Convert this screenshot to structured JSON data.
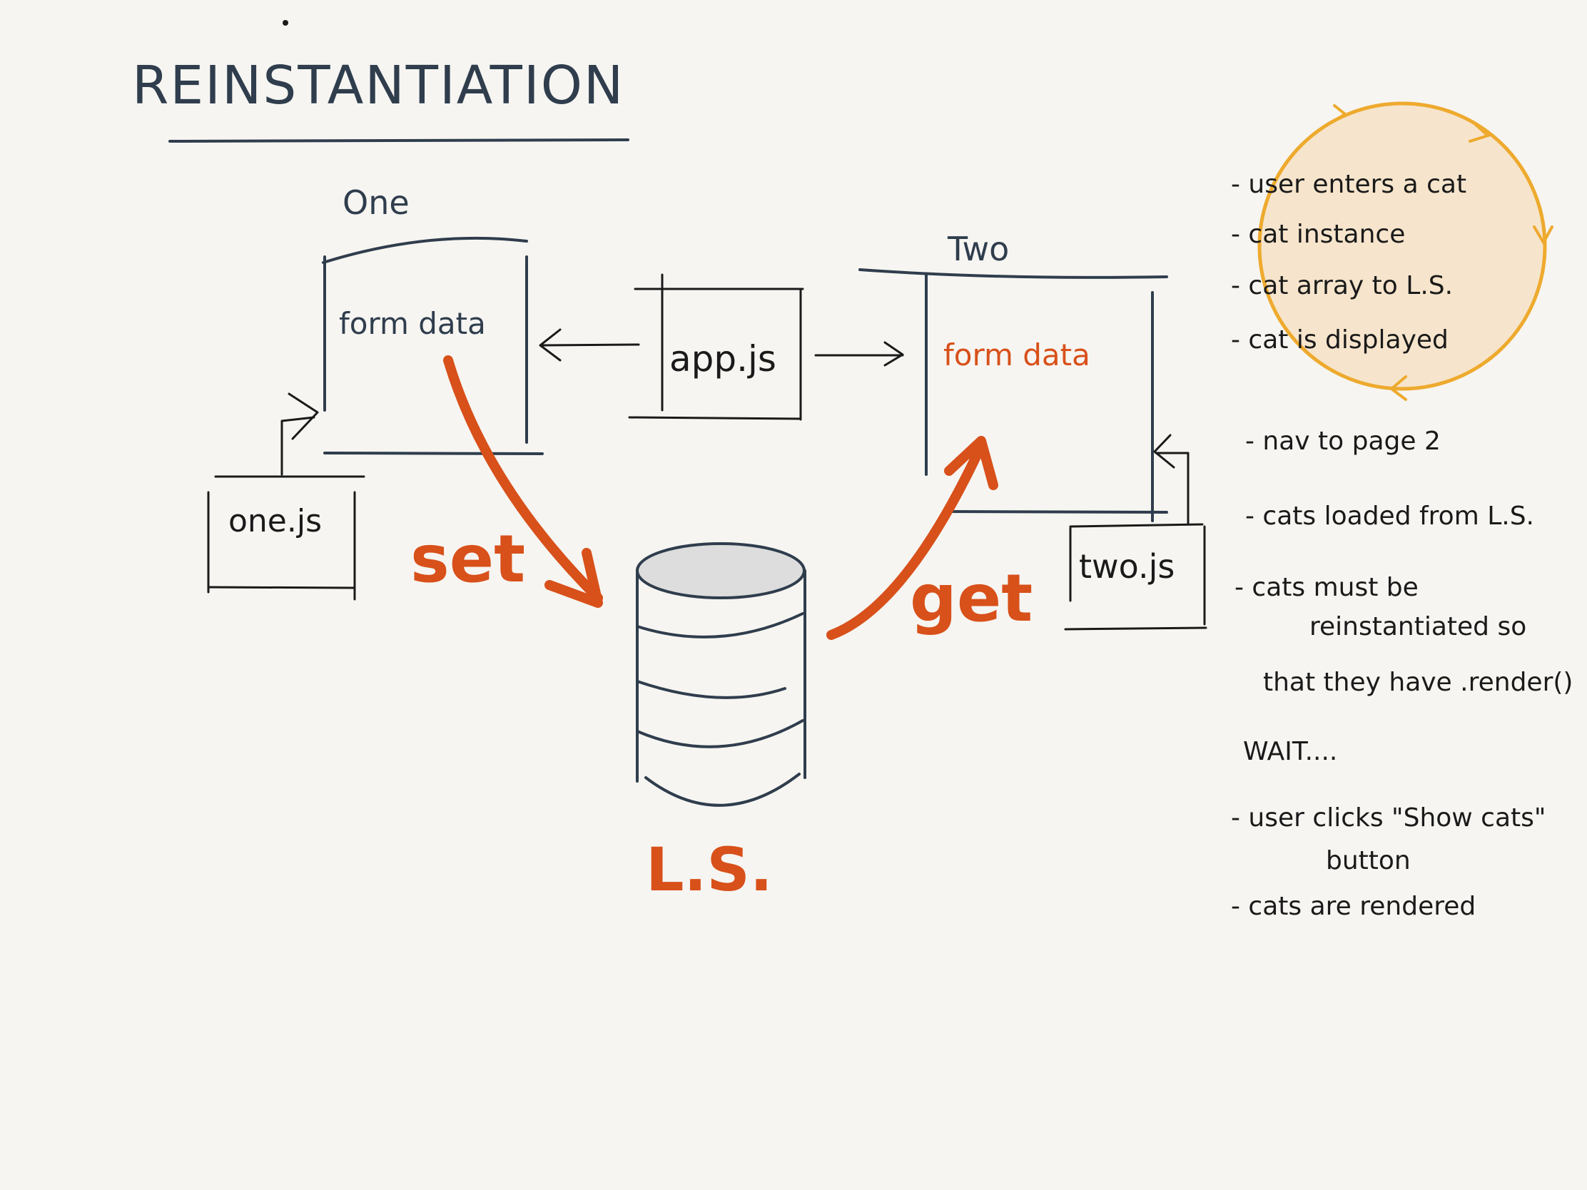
{
  "title": "REINSTANTIATION",
  "pages": {
    "one": {
      "label": "One",
      "content": "form data",
      "script": "one.js"
    },
    "two": {
      "label": "Two",
      "content": "form data",
      "script": "two.js"
    }
  },
  "shared_script": "app.js",
  "storage": {
    "label": "L.S."
  },
  "actions": {
    "set": "set",
    "get": "get"
  },
  "notes": {
    "highlighted": [
      "- user enters a cat",
      "- cat instance",
      "- cat array to L.S.",
      "- cat is displayed"
    ],
    "page_two": [
      "- nav to page 2",
      "- cats loaded from L.S.",
      "- cats must be",
      "reinstantiated so",
      "that they have .render()"
    ],
    "wait": "WAIT....",
    "final": [
      "- user clicks \"Show cats\"",
      "button",
      "- cats are rendered"
    ]
  },
  "colors": {
    "ink": "#2f3d4d",
    "accent": "#d8501a",
    "highlight_fill": "#f6e5cc",
    "highlight_stroke": "#eeaa2e",
    "background": "#f6f5f1"
  }
}
